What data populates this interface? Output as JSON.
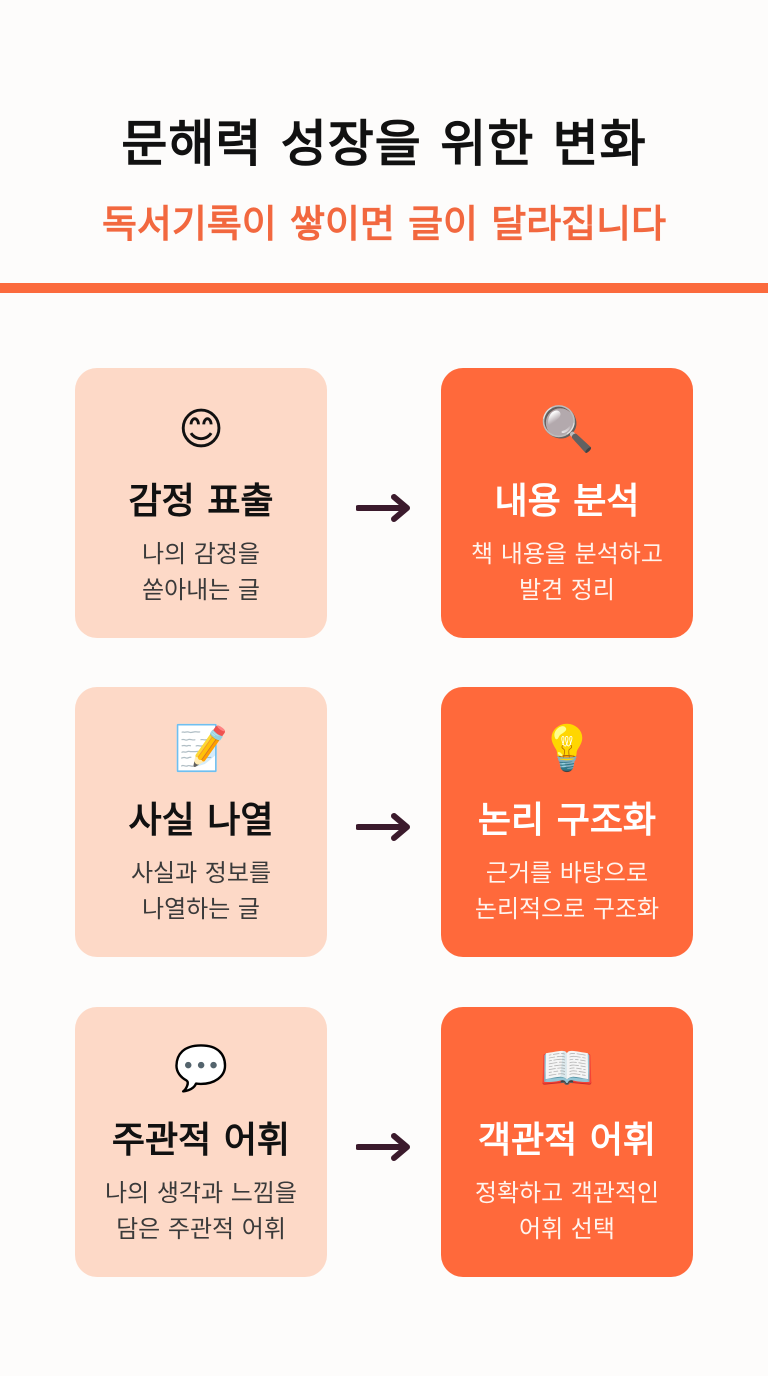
{
  "header": {
    "title": "문해력 성장을 위한 변화",
    "subtitle": "독서기록이 쌓이면 글이 달라집니다"
  },
  "colors": {
    "accent": "#ff693b",
    "light_card": "#fdd9c7",
    "arrow": "#3b1a2c"
  },
  "rows": [
    {
      "before": {
        "icon": "smiling-face-icon",
        "emoji": "😊",
        "title": "감정 표출",
        "desc1": "나의 감정을",
        "desc2": "쏟아내는 글"
      },
      "after": {
        "icon": "magnifier-icon",
        "emoji": "🔍",
        "title": "내용 분석",
        "desc1": "책 내용을 분석하고",
        "desc2": "발견 정리"
      }
    },
    {
      "before": {
        "icon": "memo-pencil-icon",
        "emoji": "📝",
        "title": "사실 나열",
        "desc1": "사실과 정보를",
        "desc2": "나열하는 글"
      },
      "after": {
        "icon": "light-bulb-icon",
        "emoji": "💡",
        "title": "논리 구조화",
        "desc1": "근거를 바탕으로",
        "desc2": "논리적으로 구조화"
      }
    },
    {
      "before": {
        "icon": "speech-bubble-icon",
        "emoji": "💬",
        "title": "주관적 어휘",
        "desc1": "나의 생각과 느낌을",
        "desc2": "담은 주관적 어휘"
      },
      "after": {
        "icon": "open-book-icon",
        "emoji": "📖",
        "title": "객관적 어휘",
        "desc1": "정확하고 객관적인",
        "desc2": "어휘 선택"
      }
    }
  ]
}
